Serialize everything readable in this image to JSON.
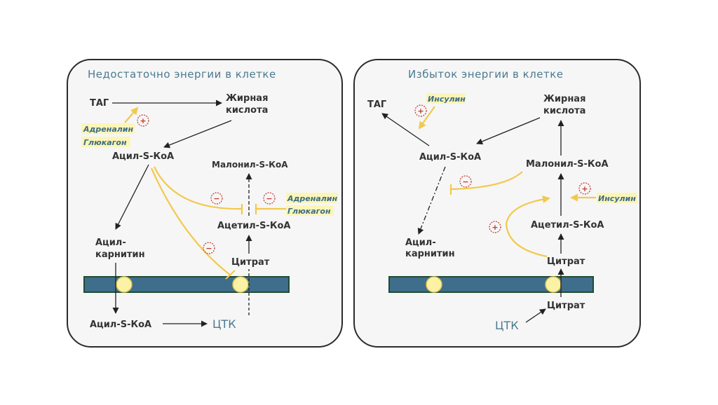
{
  "panels": [
    {
      "title": "Недостаточно энергии в клетке",
      "nodes": {
        "tag": "ТАГ",
        "fatty_acid_1": "Жирная",
        "fatty_acid_2": "кислота",
        "acyl_coa": "Ацил-S-КоА",
        "malonyl_coa": "Малонил-S-КоА",
        "acetyl_coa": "Ацетил-S-КоА",
        "acyl_carnitine_1": "Ацил-",
        "acyl_carnitine_2": "карнитин",
        "citrate": "Цитрат",
        "acyl_coa_matrix": "Ацил-S-КоА",
        "tca": "ЦТК"
      },
      "hormones": {
        "adrenaline_1": "Адреналин",
        "glucagon_1": "Глюкагон",
        "adrenaline_2": "Адреналин",
        "glucagon_2": "Глюкагон"
      },
      "signs": {
        "plus": "+",
        "minus": "−"
      }
    },
    {
      "title": "Избыток энергии в клетке",
      "nodes": {
        "tag": "ТАГ",
        "fatty_acid_1": "Жирная",
        "fatty_acid_2": "кислота",
        "acyl_coa": "Ацил-S-КоА",
        "malonyl_coa": "Малонил-S-КоА",
        "acetyl_coa": "Ацетил-S-КоА",
        "acyl_carnitine_1": "Ацил-",
        "acyl_carnitine_2": "карнитин",
        "citrate": "Цитрат",
        "citrate_matrix": "Цитрат",
        "tca": "ЦТК"
      },
      "hormones": {
        "insulin_1": "Инсулин",
        "insulin_2": "Инсулин"
      },
      "signs": {
        "plus": "+",
        "minus": "−"
      }
    }
  ],
  "colors": {
    "panel_border": "#2b2b2b",
    "panel_fill": "#f6f6f6",
    "membrane": "#3f6e8c",
    "membrane_edge": "#1f4b34",
    "transporter": "#fbf2a6",
    "hormone_arrow": "#f2c94c",
    "hormone_box": "#fbf6b8",
    "title_text": "#4a7a92",
    "sign_color": "#c0392b"
  }
}
